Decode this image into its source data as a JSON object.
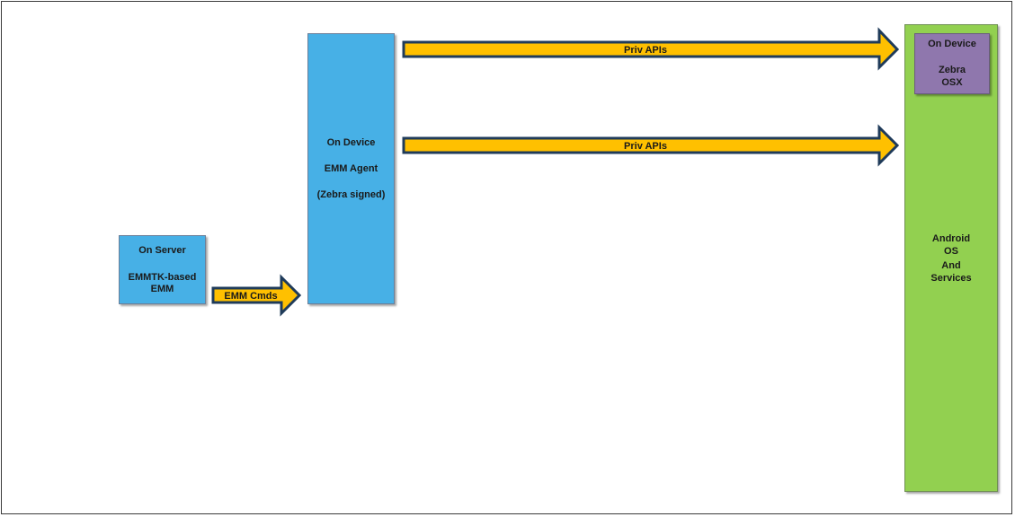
{
  "diagram": {
    "server_box": {
      "lines": [
        "On Server",
        "EMMTK-based",
        "EMM"
      ],
      "color": "#47b0e6"
    },
    "agent_box": {
      "lines": [
        "On Device",
        "EMM Agent",
        "(Zebra signed)"
      ],
      "color": "#47b0e6"
    },
    "android_box": {
      "lines": [
        "Android",
        "OS",
        "And",
        "Services"
      ],
      "color": "#92d050"
    },
    "osx_box": {
      "lines": [
        "On Device",
        "Zebra",
        "OSX"
      ],
      "color": "#8f77ad"
    },
    "arrows": {
      "emm_cmds": "EMM Cmds",
      "priv_apis_top": "Priv APIs",
      "priv_apis_bottom": "Priv APIs",
      "fill_color": "#ffc000",
      "outline_color": "#1f3b5a"
    }
  }
}
